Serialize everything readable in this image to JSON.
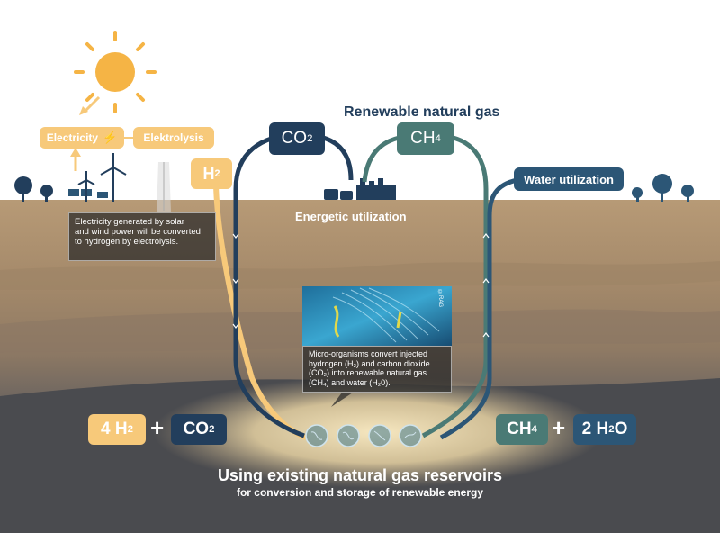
{
  "title": "Renewable natural gas",
  "top_left": {
    "electricity": "Electricity",
    "elektrolysis": "Elektrolysis",
    "h2_base": "H",
    "h2_sub": "2"
  },
  "top_center": {
    "co2_base": "CO",
    "co2_sub": "2",
    "ch4_base": "CH",
    "ch4_sub": "4",
    "energetic_utilization": "Energetic utilization"
  },
  "top_right": {
    "water_utilization": "Water utilization"
  },
  "callout_electrolysis": {
    "line1": "Electricity generated by solar",
    "line2": "and wind power will be converted",
    "line3": "to hydrogen by electrolysis."
  },
  "callout_microorganisms": {
    "line1": "Micro-organisms convert injected",
    "line2": "hydrogen (H₂) and carbon dioxide",
    "line3": "(CO₂) into renewable natural gas",
    "line4": "(CH₄) and water (H₂0).",
    "photo_credit": "©RAG"
  },
  "bottom_left": {
    "h2_coef": "4 H",
    "h2_sub": "2",
    "plus": "+",
    "co2_base": "CO",
    "co2_sub": "2"
  },
  "bottom_right": {
    "ch4_base": "CH",
    "ch4_sub": "4",
    "plus": "+",
    "h2o_pre": "2 H",
    "h2o_sub": "2",
    "h2o_post": "O"
  },
  "footer": {
    "title": "Using existing natural gas reservoirs",
    "subtitle": "for conversion and storage of renewable energy"
  },
  "colors": {
    "sky": "#ffffff",
    "soil": "#a88a66",
    "yellow_flow": "#f7c97a",
    "navy_flow": "#223e5c",
    "teal_flow": "#4a7a75",
    "blue_flow": "#2c5676",
    "sun": "#f5b445",
    "reservoir": "#f3e3b7"
  }
}
